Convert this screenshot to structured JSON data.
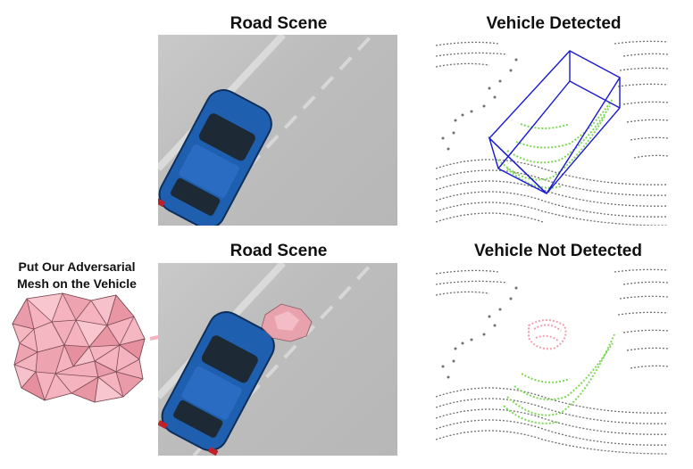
{
  "panels": {
    "top_left_title": "Road Scene",
    "top_right_title": "Vehicle Detected",
    "bottom_left_title": "Road Scene",
    "bottom_right_title": "Vehicle Not Detected"
  },
  "mesh_label": {
    "line1": "Put Our Adversarial",
    "line2": "Mesh on the Vehicle"
  },
  "colors": {
    "car_blue": "#1f5fb0",
    "lidar_gray": "#6f6f6f",
    "vehicle_points": "#7ed957",
    "mesh_points": "#f2a0ad",
    "bbox": "#1a1ad0",
    "mesh_fill": "#f4b3bf",
    "arrow": "#f4b3bf"
  }
}
